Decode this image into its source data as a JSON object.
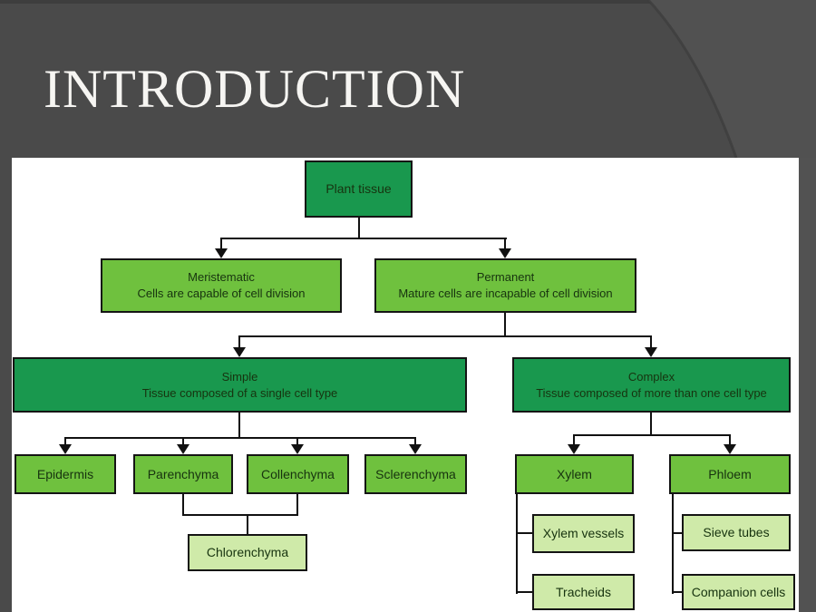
{
  "title": "INTRODUCTION",
  "diagram": {
    "nodes": {
      "plant_tissue": {
        "label": "Plant tissue"
      },
      "meristematic": {
        "title": "Meristematic",
        "desc": "Cells are capable of cell division"
      },
      "permanent": {
        "title": "Permanent",
        "desc": "Mature cells are incapable of cell division"
      },
      "simple": {
        "title": "Simple",
        "desc": "Tissue composed of a single cell type"
      },
      "complex": {
        "title": "Complex",
        "desc": "Tissue composed of more than one cell type"
      },
      "epidermis": {
        "label": "Epidermis"
      },
      "parenchyma": {
        "label": "Parenchyma"
      },
      "collenchyma": {
        "label": "Collenchyma"
      },
      "sclerenchyma": {
        "label": "Sclerenchyma"
      },
      "xylem": {
        "label": "Xylem"
      },
      "phloem": {
        "label": "Phloem"
      },
      "chlorenchyma": {
        "label": "Chlorenchyma"
      },
      "xylem_vessels": {
        "label": "Xylem vessels"
      },
      "tracheids": {
        "label": "Tracheids"
      },
      "sieve_tubes": {
        "label": "Sieve tubes"
      },
      "companion_cells": {
        "label": "Companion cells"
      }
    },
    "edges": [
      [
        "Plant tissue",
        "Meristematic"
      ],
      [
        "Plant tissue",
        "Permanent"
      ],
      [
        "Permanent",
        "Simple"
      ],
      [
        "Permanent",
        "Complex"
      ],
      [
        "Simple",
        "Epidermis"
      ],
      [
        "Simple",
        "Parenchyma"
      ],
      [
        "Simple",
        "Collenchyma"
      ],
      [
        "Simple",
        "Sclerenchyma"
      ],
      [
        "Parenchyma",
        "Chlorenchyma"
      ],
      [
        "Collenchyma",
        "Chlorenchyma"
      ],
      [
        "Complex",
        "Xylem"
      ],
      [
        "Complex",
        "Phloem"
      ],
      [
        "Xylem",
        "Xylem vessels"
      ],
      [
        "Xylem",
        "Tracheids"
      ],
      [
        "Phloem",
        "Sieve tubes"
      ],
      [
        "Phloem",
        "Companion cells"
      ]
    ],
    "colors": {
      "slide_bg": "#4a4a4a",
      "panel_bg": "#ffffff",
      "dark_green": "#19984e",
      "mid_green": "#6fc13e",
      "light_green": "#cfeaa9",
      "box_border": "#141414",
      "box_text": "#17330f",
      "title_color": "#f6f5f2",
      "connector": "#111111"
    }
  }
}
